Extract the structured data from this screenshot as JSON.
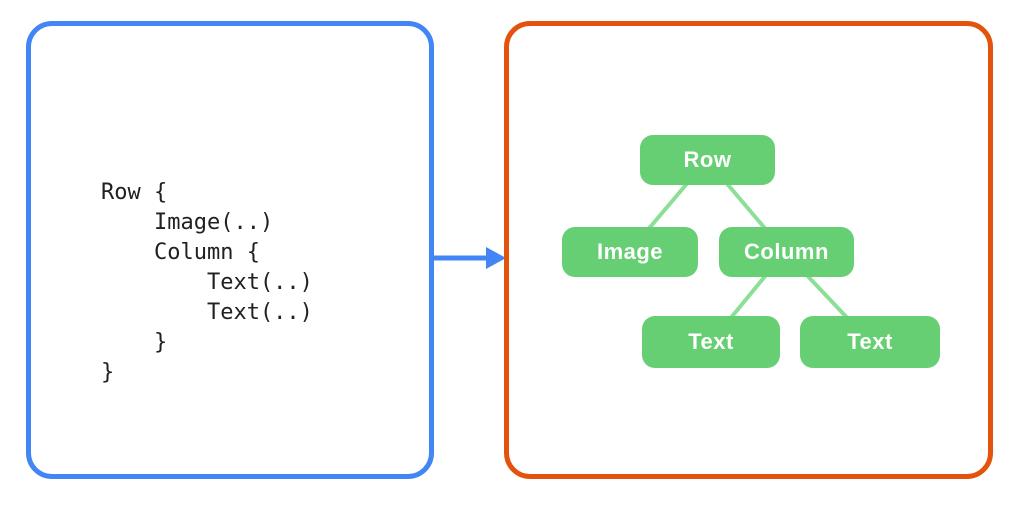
{
  "colors": {
    "panel_blue": "#4285F4",
    "panel_orange": "#E4530E",
    "node_green": "#66CF73",
    "edge_green": "#8BDF96",
    "code_text": "#202124",
    "node_text": "#FFFFFF",
    "background": "#FFFFFF"
  },
  "code_panel": {
    "lines": [
      "Row {",
      "    Image(..)",
      "    Column {",
      "        Text(..)",
      "        Text(..)",
      "    }",
      "}"
    ]
  },
  "arrow": {
    "direction": "right"
  },
  "tree_panel": {
    "nodes": [
      {
        "label": "Row"
      },
      {
        "label": "Image"
      },
      {
        "label": "Column"
      },
      {
        "label": "Text"
      },
      {
        "label": "Text"
      }
    ],
    "edges": [
      {
        "from": "Row",
        "to": "Image"
      },
      {
        "from": "Row",
        "to": "Column"
      },
      {
        "from": "Column",
        "to": "Text"
      },
      {
        "from": "Column",
        "to": "Text"
      }
    ]
  }
}
